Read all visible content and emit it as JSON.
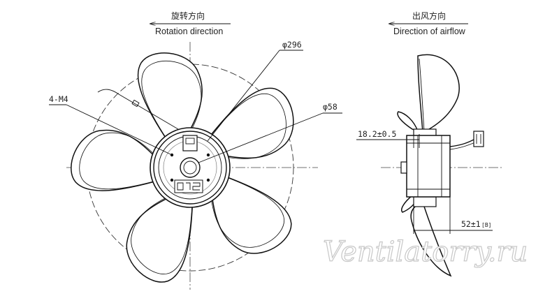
{
  "front_view": {
    "rotation_label_cn": "旋转方向",
    "rotation_label_en": "Rotation direction",
    "dim_outer_diameter": "φ296",
    "dim_hub_diameter": "φ58",
    "dim_mount_holes": "4-M4"
  },
  "side_view": {
    "airflow_label_cn": "出风方向",
    "airflow_label_en": "Direction of airflow",
    "dim_hub_offset": "18.2±0.5",
    "dim_depth": "52±1",
    "dim_depth_note": "[B]"
  },
  "watermark": "Ventilatorry.ru"
}
